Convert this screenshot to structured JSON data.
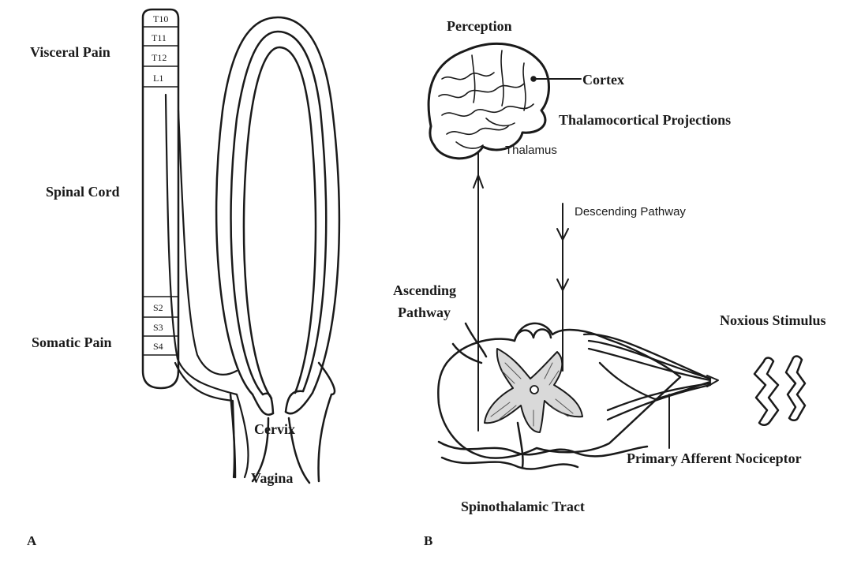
{
  "panel_a": {
    "letter": "A",
    "labels": {
      "visceral_pain": "Visceral Pain",
      "spinal_cord": "Spinal Cord",
      "somatic_pain": "Somatic Pain",
      "cervix": "Cervix",
      "vagina": "Vagina"
    },
    "segments": [
      "T10",
      "T11",
      "T12",
      "L1",
      "S2",
      "S3",
      "S4"
    ]
  },
  "panel_b": {
    "letter": "B",
    "labels": {
      "perception": "Perception",
      "cortex": "Cortex",
      "thalamocortical": "Thalamocortical Projections",
      "thalamus": "Thalamus",
      "descending": "Descending Pathway",
      "ascending_1": "Ascending",
      "ascending_2": "Pathway",
      "noxious": "Noxious Stimulus",
      "afferent": "Primary Afferent Nociceptor",
      "spinothalamic": "Spinothalamic Tract"
    }
  }
}
